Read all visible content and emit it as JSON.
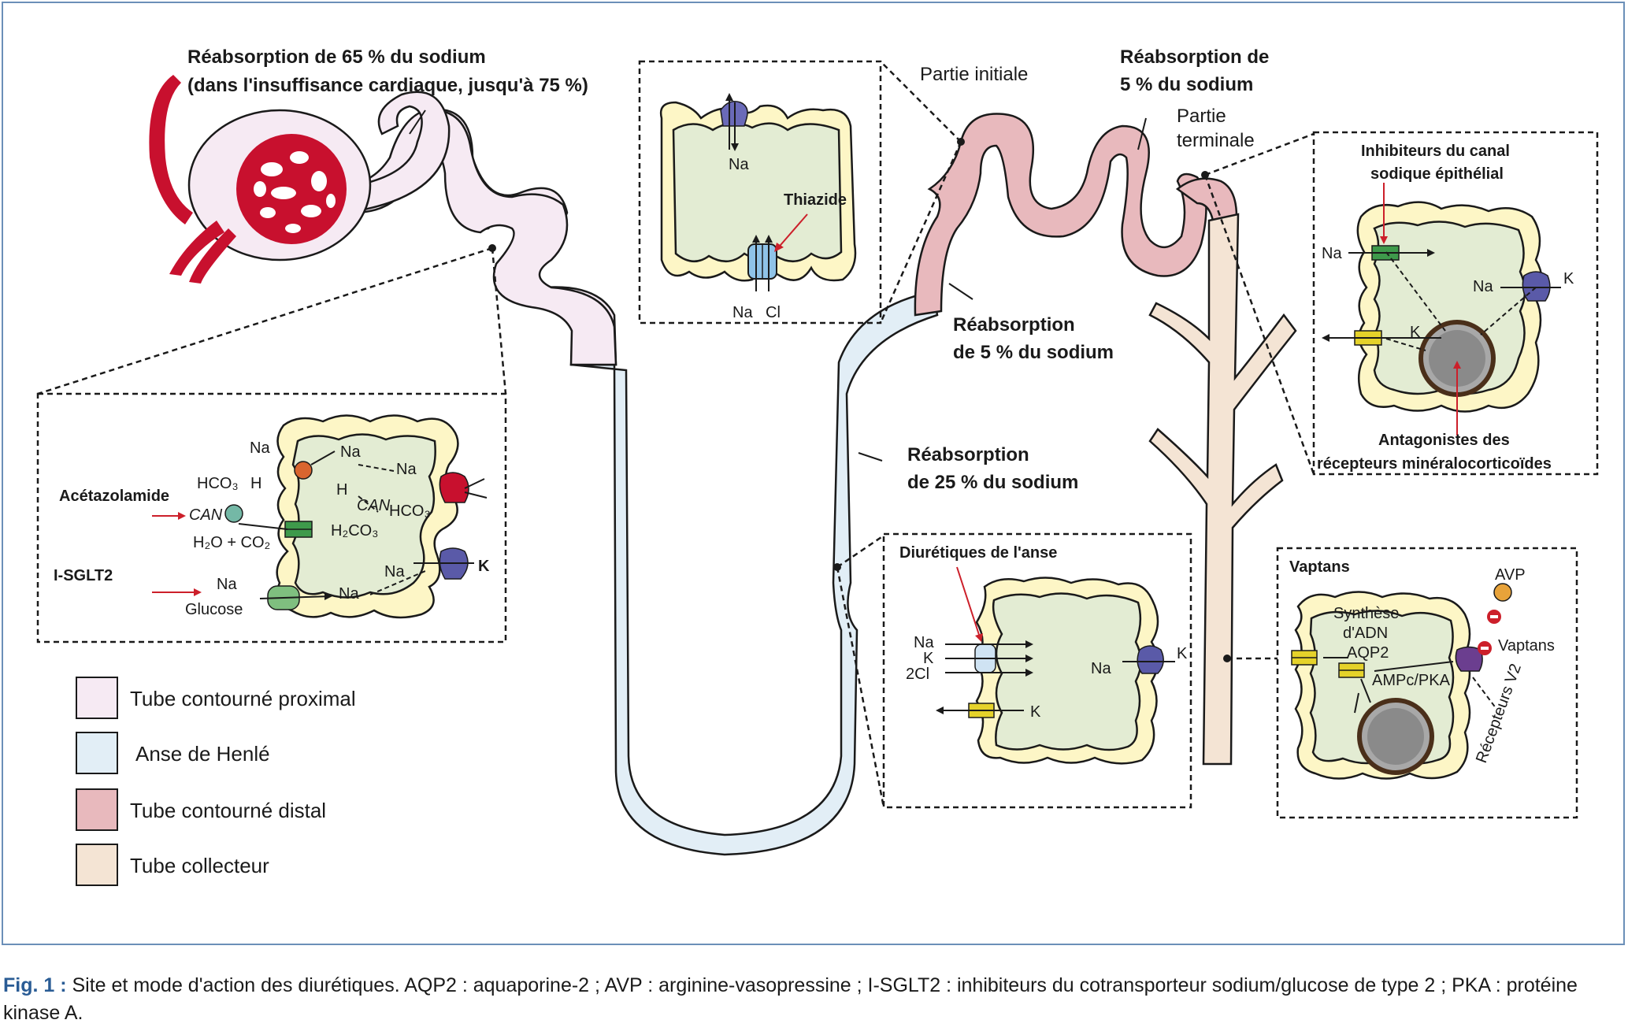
{
  "labels": {
    "proximal_title_1": "Réabsorption de 65 % du sodium",
    "proximal_title_2": "(dans l'insuffisance cardiaque, jusqu'à 75 %)",
    "partie_initiale": "Partie initiale",
    "distal_top_1": "Réabsorption de",
    "distal_top_2": "5 % du sodium",
    "partie_terminale_1": "Partie",
    "partie_terminale_2": "terminale",
    "distal_mid_1": "Réabsorption",
    "distal_mid_2": "de 5 % du sodium",
    "henle_1": "Réabsorption",
    "henle_2": "de 25 % du sodium"
  },
  "boxes": {
    "thiazide": {
      "drug": "Thiazide",
      "ion_top": "Na",
      "ion_bottom_1": "Na",
      "ion_bottom_2": "Cl"
    },
    "proximal": {
      "drug_1": "Acétazolamide",
      "drug_2": "I-SGLT2",
      "can": "CAN",
      "na": "Na",
      "h": "H",
      "hco3": "HCO₃",
      "h2o_co2": "H₂O + CO₂",
      "h2co3": "H₂CO₃",
      "glucose": "Glucose",
      "k": "K"
    },
    "enac": {
      "drug_1": "Inhibiteurs du canal",
      "drug_2": "sodique épithélial",
      "antag_1": "Antagonistes des",
      "antag_2": "récepteurs minéralocorticoïdes",
      "na": "Na",
      "k": "K"
    },
    "loop": {
      "drug": "Diurétiques de l'anse",
      "na": "Na",
      "k": "K",
      "cl2": "2Cl"
    },
    "vaptans": {
      "drug": "Vaptans",
      "avp": "AVP",
      "vaptans_label": "Vaptans",
      "synth_1": "Synthèse",
      "synth_2": "d'ADN",
      "aqp2": "AQP2",
      "ampc": "AMPc/PKA",
      "receptors": "Récepteurs V2"
    }
  },
  "legend": [
    {
      "label": "Tube contourné proximal",
      "color": "#f6eaf3"
    },
    {
      "label": "Anse de Henlé",
      "color": "#e2eef6"
    },
    {
      "label": "Tube contourné distal",
      "color": "#e8b9bd"
    },
    {
      "label": "Tube collecteur",
      "color": "#f4e4d4"
    }
  ],
  "caption": {
    "fig": "Fig. 1 :",
    "text": " Site et mode d'action des diurétiques. AQP2 : aquaporine-2 ; AVP : arginine-vasopressine ; I-SGLT2 : inhibiteurs du cotransporteur sodium/glucose de type 2 ; PKA : protéine kinase A."
  },
  "colors": {
    "proximal": "#f6eaf3",
    "henle": "#e2eef6",
    "distal": "#e8b9bd",
    "collecteur": "#f4e4d4",
    "cell": "#e3ecd3",
    "membrane": "#fdf6c6",
    "glomerulus": "#c8102e",
    "frame": "#6b8fb8"
  }
}
